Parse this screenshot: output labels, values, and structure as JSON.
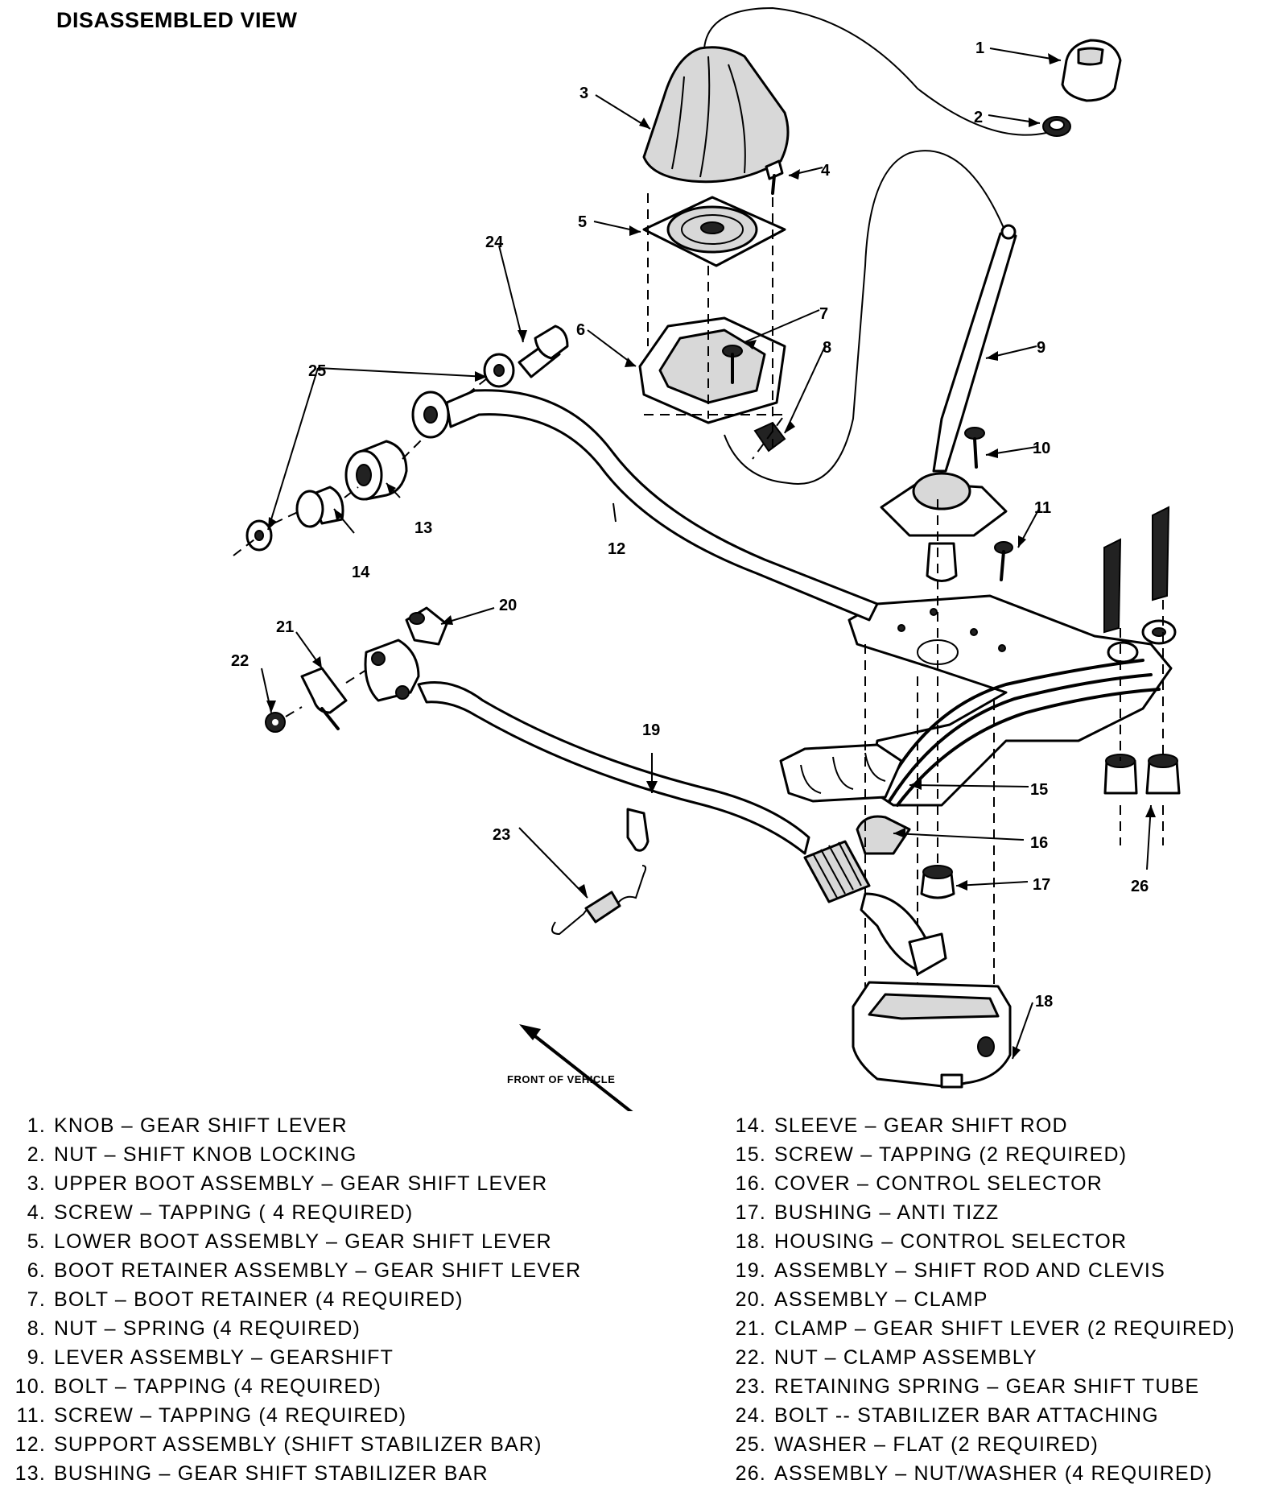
{
  "title": "DISASSEMBLED VIEW",
  "front_label": "FRONT OF VEHICLE",
  "callouts": [
    "1",
    "2",
    "3",
    "4",
    "5",
    "6",
    "7",
    "8",
    "9",
    "10",
    "11",
    "12",
    "13",
    "14",
    "15",
    "16",
    "17",
    "18",
    "19",
    "20",
    "21",
    "22",
    "23",
    "24",
    "25",
    "26"
  ],
  "legend_left": [
    {
      "num": "1.",
      "text": "KNOB – GEAR SHIFT LEVER"
    },
    {
      "num": "2.",
      "text": "NUT – SHIFT KNOB LOCKING"
    },
    {
      "num": "3.",
      "text": "UPPER BOOT ASSEMBLY – GEAR SHIFT LEVER"
    },
    {
      "num": "4.",
      "text": "SCREW – TAPPING ( 4 REQUIRED)"
    },
    {
      "num": "5.",
      "text": "LOWER BOOT ASSEMBLY – GEAR SHIFT LEVER"
    },
    {
      "num": "6.",
      "text": "BOOT RETAINER ASSEMBLY – GEAR SHIFT LEVER"
    },
    {
      "num": "7.",
      "text": "BOLT – BOOT RETAINER (4 REQUIRED)"
    },
    {
      "num": "8.",
      "text": "NUT – SPRING (4 REQUIRED)"
    },
    {
      "num": "9.",
      "text": "LEVER ASSEMBLY – GEARSHIFT"
    },
    {
      "num": "10.",
      "text": "BOLT – TAPPING (4 REQUIRED)"
    },
    {
      "num": "11.",
      "text": "SCREW – TAPPING (4 REQUIRED)"
    },
    {
      "num": "12.",
      "text": "SUPPORT ASSEMBLY (SHIFT STABILIZER BAR)"
    },
    {
      "num": "13.",
      "text": "BUSHING – GEAR SHIFT STABILIZER BAR"
    }
  ],
  "legend_right": [
    {
      "num": "14.",
      "text": "SLEEVE – GEAR SHIFT ROD"
    },
    {
      "num": "15.",
      "text": "SCREW – TAPPING (2 REQUIRED)"
    },
    {
      "num": "16.",
      "text": "COVER – CONTROL SELECTOR"
    },
    {
      "num": "17.",
      "text": "BUSHING – ANTI TIZZ"
    },
    {
      "num": "18.",
      "text": "HOUSING – CONTROL SELECTOR"
    },
    {
      "num": "19.",
      "text": "ASSEMBLY – SHIFT ROD AND CLEVIS"
    },
    {
      "num": "20.",
      "text": "ASSEMBLY – CLAMP"
    },
    {
      "num": "21.",
      "text": "CLAMP – GEAR SHIFT LEVER (2 REQUIRED)"
    },
    {
      "num": "22.",
      "text": "NUT – CLAMP ASSEMBLY"
    },
    {
      "num": "23.",
      "text": "RETAINING SPRING – GEAR SHIFT TUBE"
    },
    {
      "num": "24.",
      "text": "BOLT -- STABILIZER BAR ATTACHING"
    },
    {
      "num": "25.",
      "text": "WASHER – FLAT (2 REQUIRED)"
    },
    {
      "num": "26.",
      "text": "ASSEMBLY – NUT/WASHER (4 REQUIRED)"
    }
  ]
}
